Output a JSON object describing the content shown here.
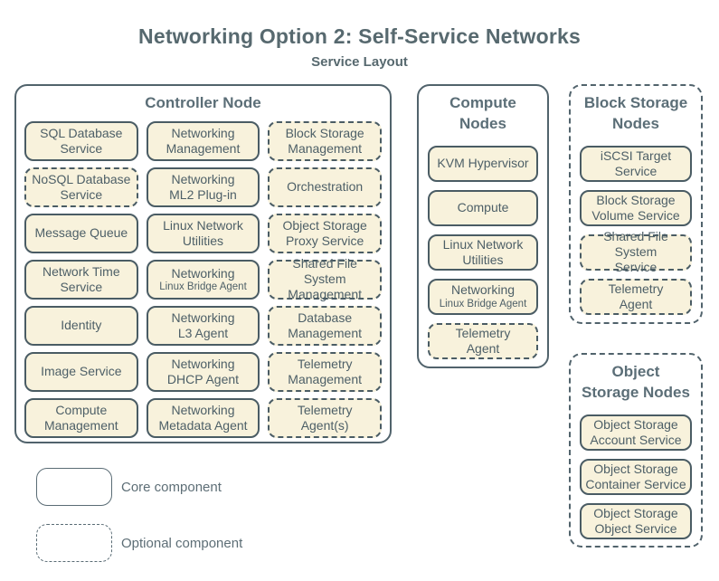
{
  "title": "Networking Option 2: Self-Service Networks",
  "subtitle": "Service Layout",
  "colors": {
    "background": "#ffffff",
    "service_fill": "#f8f2dc",
    "service_border": "#4a5c64",
    "node_border": "#51636c",
    "heading_text": "#5b6e77",
    "service_text": "#4d5f67"
  },
  "nodes": [
    {
      "title": "Controller Node",
      "optional": false,
      "services": [
        {
          "label": "SQL Database\nService",
          "optional": false
        },
        {
          "label": "Networking\nManagement",
          "optional": false
        },
        {
          "label": "Block Storage\nManagement",
          "optional": true
        },
        {
          "label": "NoSQL Database\nService",
          "optional": true
        },
        {
          "label": "Networking\nML2 Plug-in",
          "optional": false
        },
        {
          "label": "Orchestration",
          "optional": true
        },
        {
          "label": "Message Queue",
          "optional": false
        },
        {
          "label": "Linux Network\nUtilities",
          "optional": false
        },
        {
          "label": "Object Storage\nProxy Service",
          "optional": true
        },
        {
          "label": "Network Time\nService",
          "optional": false
        },
        {
          "label": "Networking",
          "sub": "Linux Bridge Agent",
          "optional": false
        },
        {
          "label": "Shared File System\nManagement",
          "optional": true
        },
        {
          "label": "Identity",
          "optional": false
        },
        {
          "label": "Networking\nL3 Agent",
          "optional": false
        },
        {
          "label": "Database\nManagement",
          "optional": true
        },
        {
          "label": "Image Service",
          "optional": false
        },
        {
          "label": "Networking\nDHCP Agent",
          "optional": false
        },
        {
          "label": "Telemetry\nManagement",
          "optional": true
        },
        {
          "label": "Compute\nManagement",
          "optional": false
        },
        {
          "label": "Networking\nMetadata Agent",
          "optional": false
        },
        {
          "label": "Telemetry\nAgent(s)",
          "optional": true
        }
      ]
    },
    {
      "title": "Compute\nNodes",
      "optional": false,
      "services": [
        {
          "label": "KVM Hypervisor",
          "optional": false
        },
        {
          "label": "Compute",
          "optional": false
        },
        {
          "label": "Linux Network\nUtilities",
          "optional": false
        },
        {
          "label": "Networking",
          "sub": "Linux Bridge Agent",
          "optional": false
        },
        {
          "label": "Telemetry\nAgent",
          "optional": true
        }
      ]
    },
    {
      "title": "Block Storage\nNodes",
      "optional": true,
      "services": [
        {
          "label": "iSCSI Target\nService",
          "optional": false
        },
        {
          "label": "Block Storage\nVolume Service",
          "optional": false
        },
        {
          "label": "Shared File System\nService",
          "optional": true
        },
        {
          "label": "Telemetry\nAgent",
          "optional": true
        }
      ]
    },
    {
      "title": "Object\nStorage Nodes",
      "optional": true,
      "services": [
        {
          "label": "Object Storage\nAccount Service",
          "optional": false
        },
        {
          "label": "Object Storage\nContainer Service",
          "optional": false
        },
        {
          "label": "Object Storage\nObject Service",
          "optional": false
        }
      ]
    }
  ],
  "legend": [
    {
      "label": "Core component",
      "style": "solid"
    },
    {
      "label": "Optional component",
      "style": "dashed"
    }
  ]
}
